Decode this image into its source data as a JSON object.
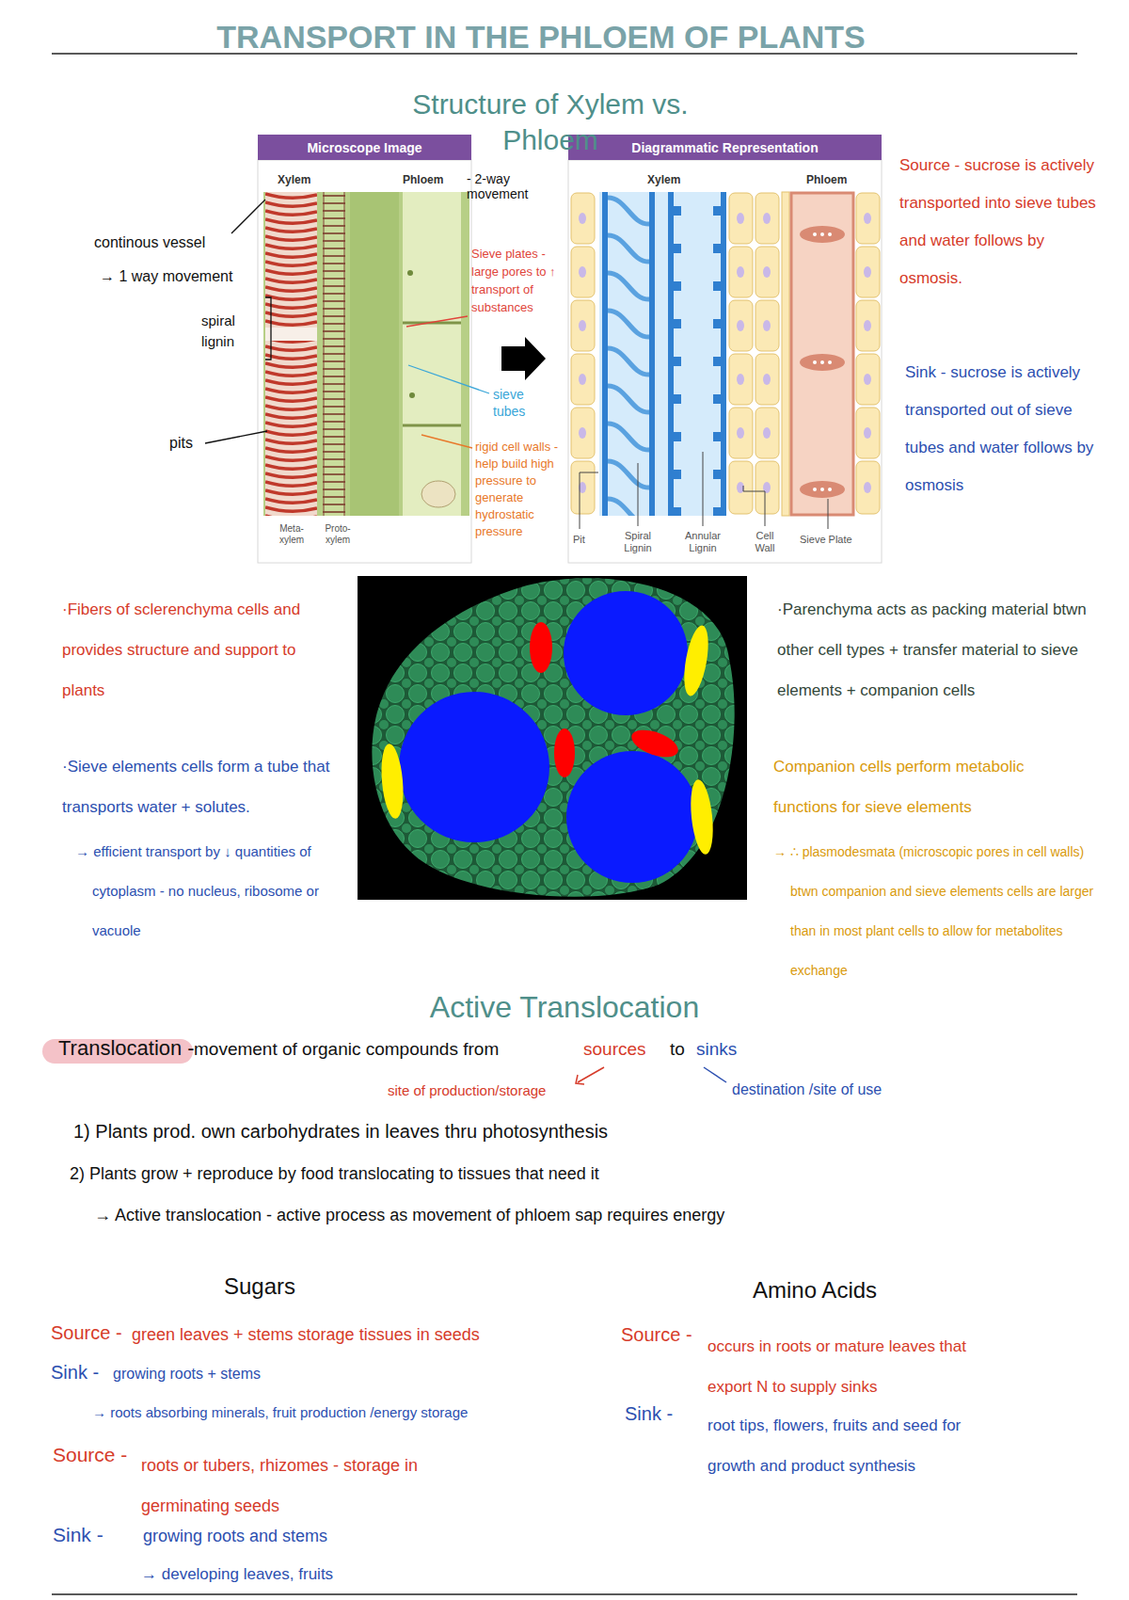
{
  "diagram": {
    "title": "TRANSPORT IN THE PHLOEM OF PLANTS",
    "nodes": [
      {
        "text": [
          "Microscope Image"
        ]
      },
      {
        "text": [
          "Diagrammatic Representation"
        ]
      }
    ],
    "labels": [
      "Structure of Xylem vs. Phloem",
      "Xylem",
      "Phloem",
      "- 2-way movement",
      "continous vessel",
      "→ 1 way movement",
      "spiral lignin",
      "pits",
      "Meta-xylem",
      "Proto-xylem",
      "Sieve plates -large pores to ↑ transport of substances",
      "sieve tubes",
      "rigid cell walls -help build high pressure to generate hydrostatic pressure",
      "Xylem",
      "Phloem",
      "Pit",
      "Spiral Lignin",
      "Annular Lignin",
      "Cell Wall",
      "Sieve Plate",
      "Source - sucrose is actively transported into sieve tubes and water follows by osmosis.",
      "Sink - sucrose is actively transported out of sieve tubes and water follows by osmosis",
      "·Fibers of sclerenchyma cells and provides structure and support to plants",
      "·Sieve elements cells form a tube that transports water + solutes.",
      "→ efficient transport by ↓ quantities of cytoplasm - no nucleus, ribosome or vacuole",
      "·Parenchyma acts as packing material btwn other cell types + transfer material to sieve elements + companion cells",
      "Companion cells perform metabolic functions for sieve elements",
      "→ ∴ plasmodesmata (microscopic pores in cell walls) btwn companion and sieve elements cells are larger than in most plant cells to allow for metabolites exchange",
      "Active Translocation",
      "Translocation -",
      "movement of organic compounds from",
      "sources",
      "to",
      "sinks",
      "site of production/storage",
      "destination /site of use",
      "1) Plants prod. own carbohydrates in leaves thru photosynthesis",
      "2) Plants grow + reproduce by food translocating to tissues that need it",
      "→ Active translocation - active process as movement of phloem sap requires energy",
      "Sugars",
      "Amino Acids",
      "Source -",
      "green leaves + stems storage tissues in seeds",
      "Sink -",
      "growing roots + stems",
      "→ roots absorbing minerals, fruit production /energy storage",
      "Source -",
      "roots or tubers, rhizomes - storage in germinating seeds",
      "Sink -",
      "growing roots and stems",
      "→ developing leaves, fruits",
      "Source -",
      "occurs in roots or mature leaves that export N to supply sinks",
      "Sink -",
      "root tips, flowers, fruits and seed for growth and product synthesis"
    ]
  }
}
